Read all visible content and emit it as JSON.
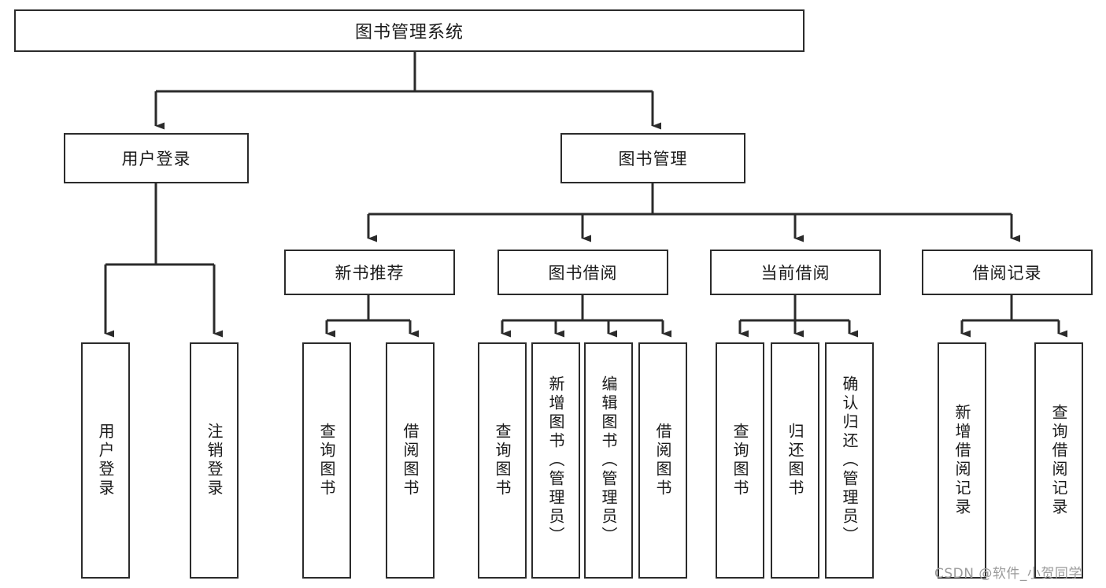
{
  "diagram": {
    "title": "图书管理系统",
    "type": "tree-hierarchy",
    "watermark": "CSDN @软件_小贺同学",
    "colors": {
      "stroke": "#2b2b2b",
      "fill": "#ffffff",
      "text": "#1a1a1a",
      "watermark": "#9a9a9a"
    },
    "levels": {
      "root": {
        "label": "图书管理系统"
      },
      "level2": [
        {
          "label": "用户登录"
        },
        {
          "label": "图书管理"
        }
      ],
      "level3": [
        {
          "label": "新书推荐"
        },
        {
          "label": "图书借阅"
        },
        {
          "label": "当前借阅"
        },
        {
          "label": "借阅记录"
        }
      ],
      "leaves": {
        "user_login": [
          {
            "label": "用户登录"
          },
          {
            "label": "注销登录"
          }
        ],
        "new_book": [
          {
            "label": "查询图书"
          },
          {
            "label": "借阅图书"
          }
        ],
        "book_borrow": [
          {
            "label": "查询图书"
          },
          {
            "label": "新增图书（管理员）"
          },
          {
            "label": "编辑图书（管理员）"
          },
          {
            "label": "借阅图书"
          }
        ],
        "current_borrow": [
          {
            "label": "查询图书"
          },
          {
            "label": "归还图书"
          },
          {
            "label": "确认归还（管理员）"
          }
        ],
        "borrow_record": [
          {
            "label": "新增借阅记录"
          },
          {
            "label": "查询借阅记录"
          }
        ]
      }
    }
  }
}
